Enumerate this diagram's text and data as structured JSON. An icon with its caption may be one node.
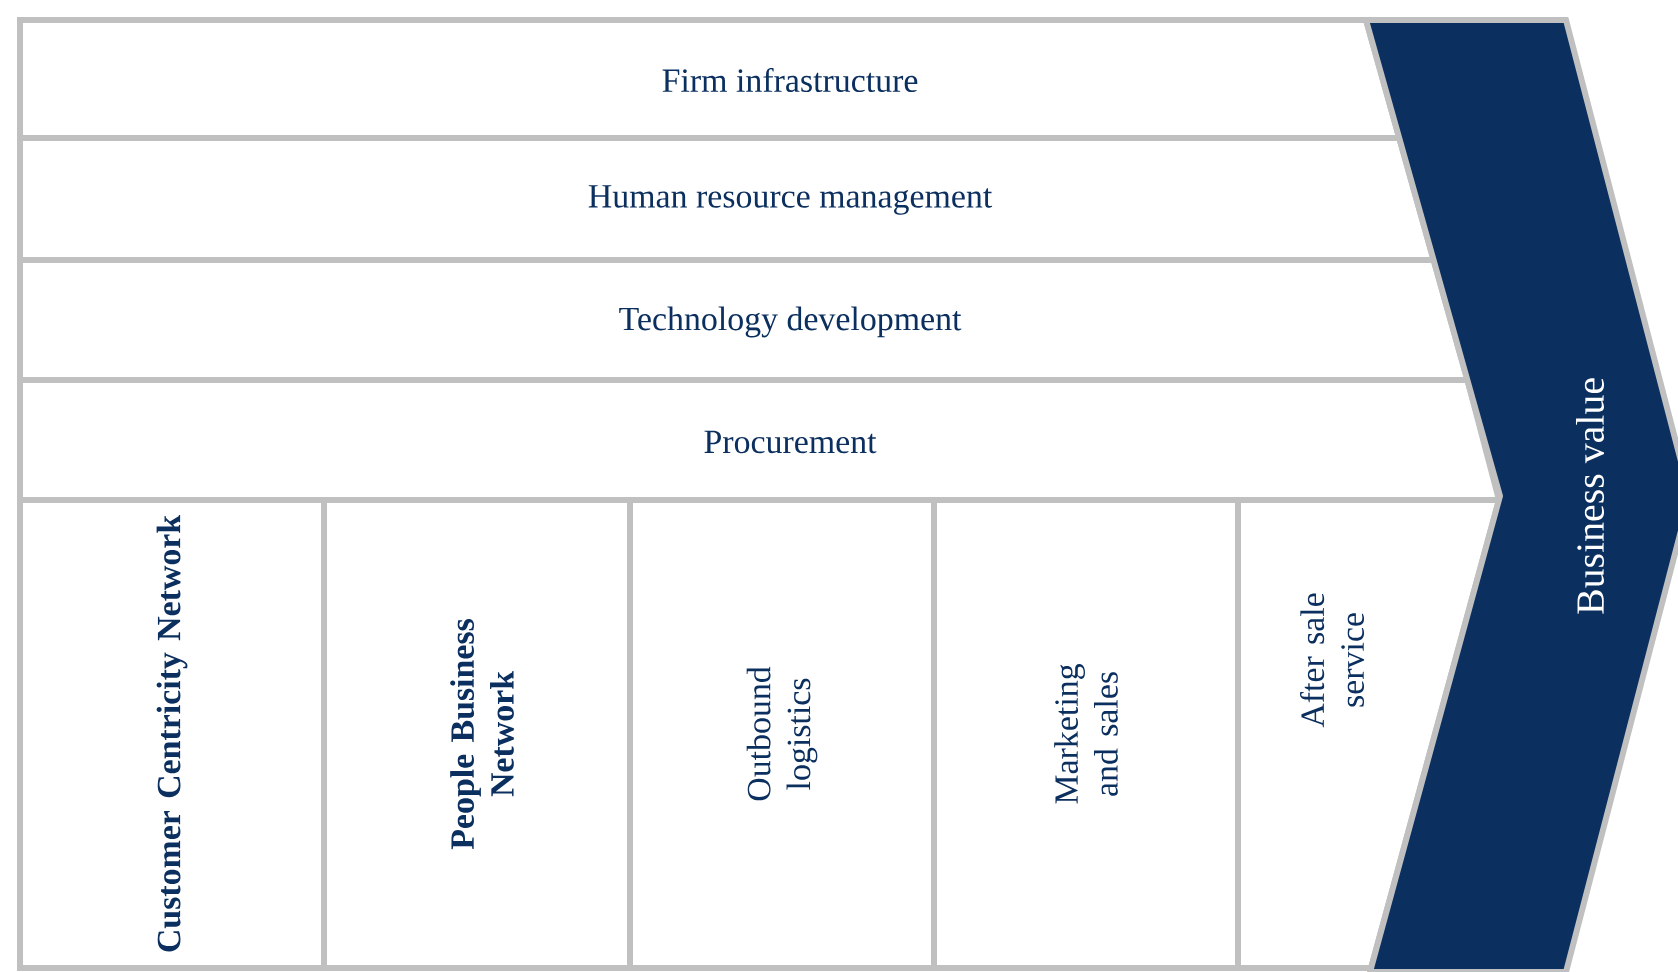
{
  "diagram": {
    "nodes": [
      {
        "text": [
          "Firm infrastructure"
        ]
      },
      {
        "text": [
          "Human resource management"
        ]
      },
      {
        "text": [
          "Technology development"
        ]
      },
      {
        "text": [
          "Procurement"
        ]
      },
      {
        "text": [
          "Customer Centricity Network"
        ]
      },
      {
        "text": [
          "People Business Network"
        ]
      },
      {
        "text": [
          "Outbound logistics"
        ]
      },
      {
        "text": [
          "Marketing and sales"
        ]
      },
      {
        "text": [
          "After sale service"
        ]
      },
      {
        "text": [
          "Business value"
        ]
      }
    ]
  }
}
